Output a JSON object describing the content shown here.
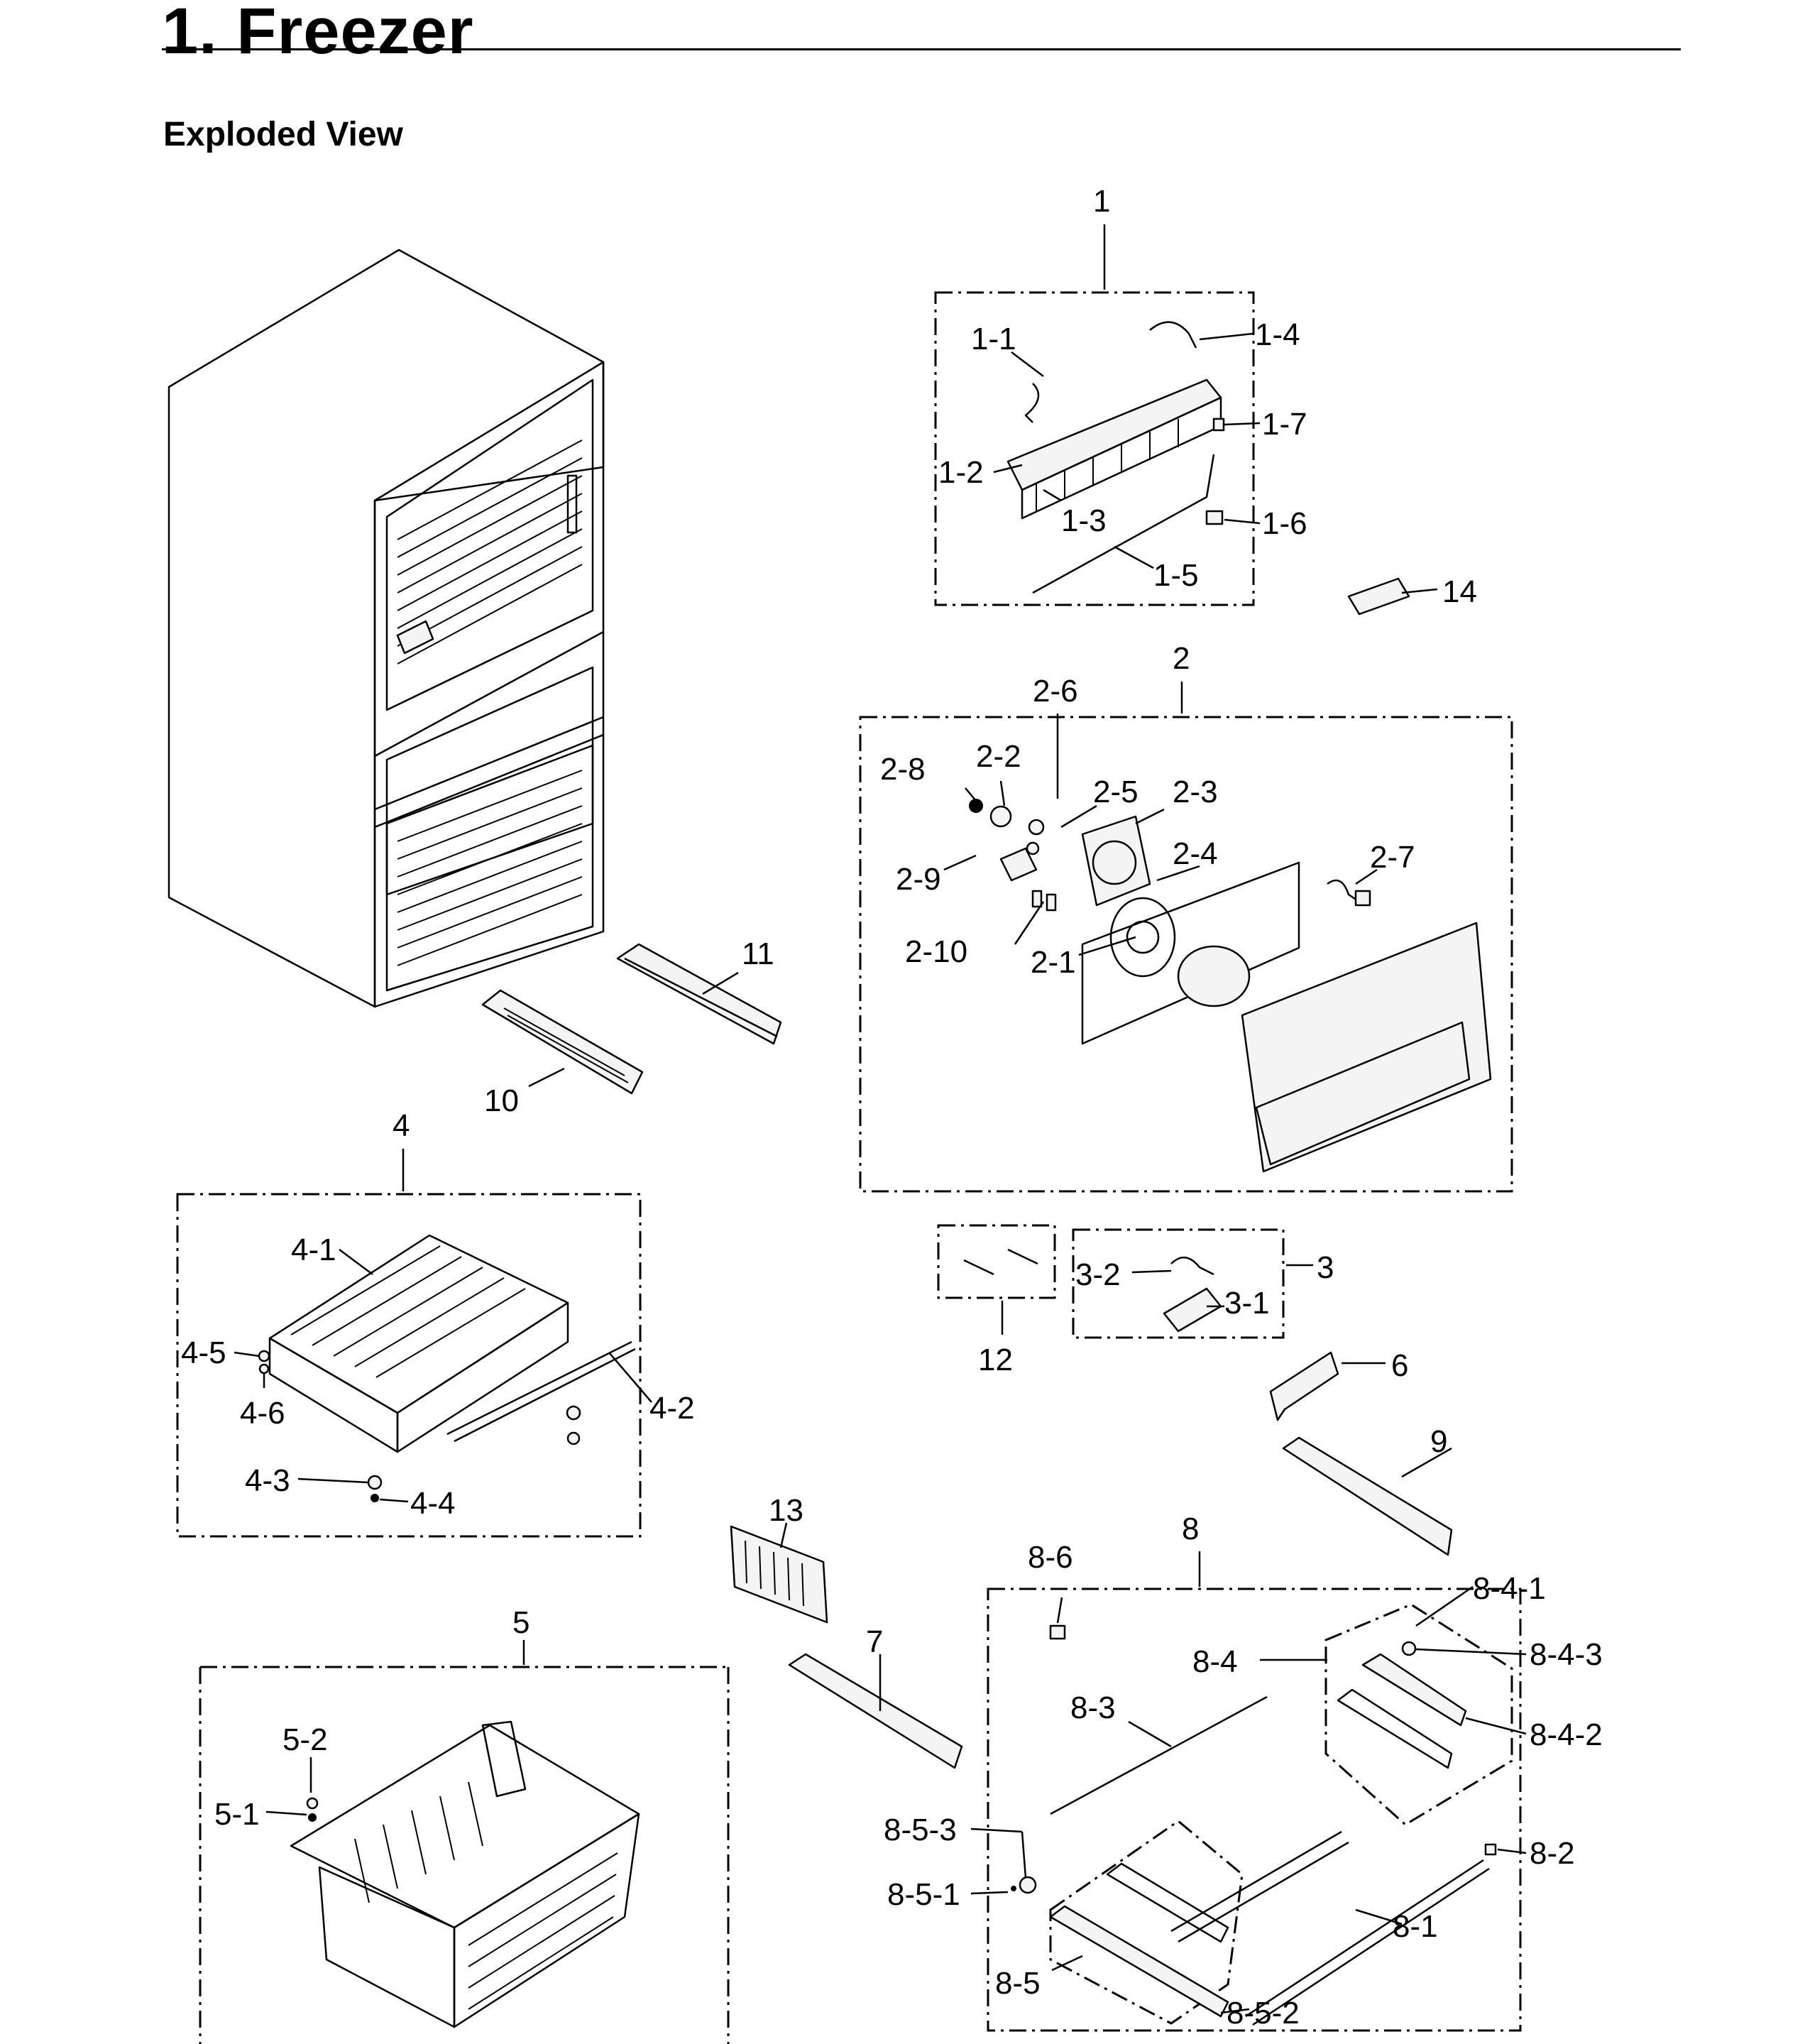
{
  "header": {
    "title": "1.  Freezer",
    "subtitle": "Exploded View"
  },
  "callouts": {
    "c1": "1",
    "c1_1": "1-1",
    "c1_2": "1-2",
    "c1_3": "1-3",
    "c1_4": "1-4",
    "c1_5": "1-5",
    "c1_6": "1-6",
    "c1_7": "1-7",
    "c14": "14",
    "c2": "2",
    "c2_1": "2-1",
    "c2_2": "2-2",
    "c2_3": "2-3",
    "c2_4": "2-4",
    "c2_5": "2-5",
    "c2_6": "2-6",
    "c2_7": "2-7",
    "c2_8": "2-8",
    "c2_9": "2-9",
    "c2_10": "2-10",
    "c3": "3",
    "c3_1": "3-1",
    "c3_2": "3-2",
    "c4": "4",
    "c4_1": "4-1",
    "c4_2": "4-2",
    "c4_3": "4-3",
    "c4_4": "4-4",
    "c4_5": "4-5",
    "c4_6": "4-6",
    "c5": "5",
    "c5_1": "5-1",
    "c5_2": "5-2",
    "c6": "6",
    "c7": "7",
    "c8": "8",
    "c8_1": "8-1",
    "c8_2": "8-2",
    "c8_3": "8-3",
    "c8_4": "8-4",
    "c8_4_1": "8-4-1",
    "c8_4_2": "8-4-2",
    "c8_4_3": "8-4-3",
    "c8_5": "8-5",
    "c8_5_1": "8-5-1",
    "c8_5_2": "8-5-2",
    "c8_5_3": "8-5-3",
    "c8_6": "8-6",
    "c9": "9",
    "c10": "10",
    "c11": "11",
    "c12": "12",
    "c13": "13"
  }
}
